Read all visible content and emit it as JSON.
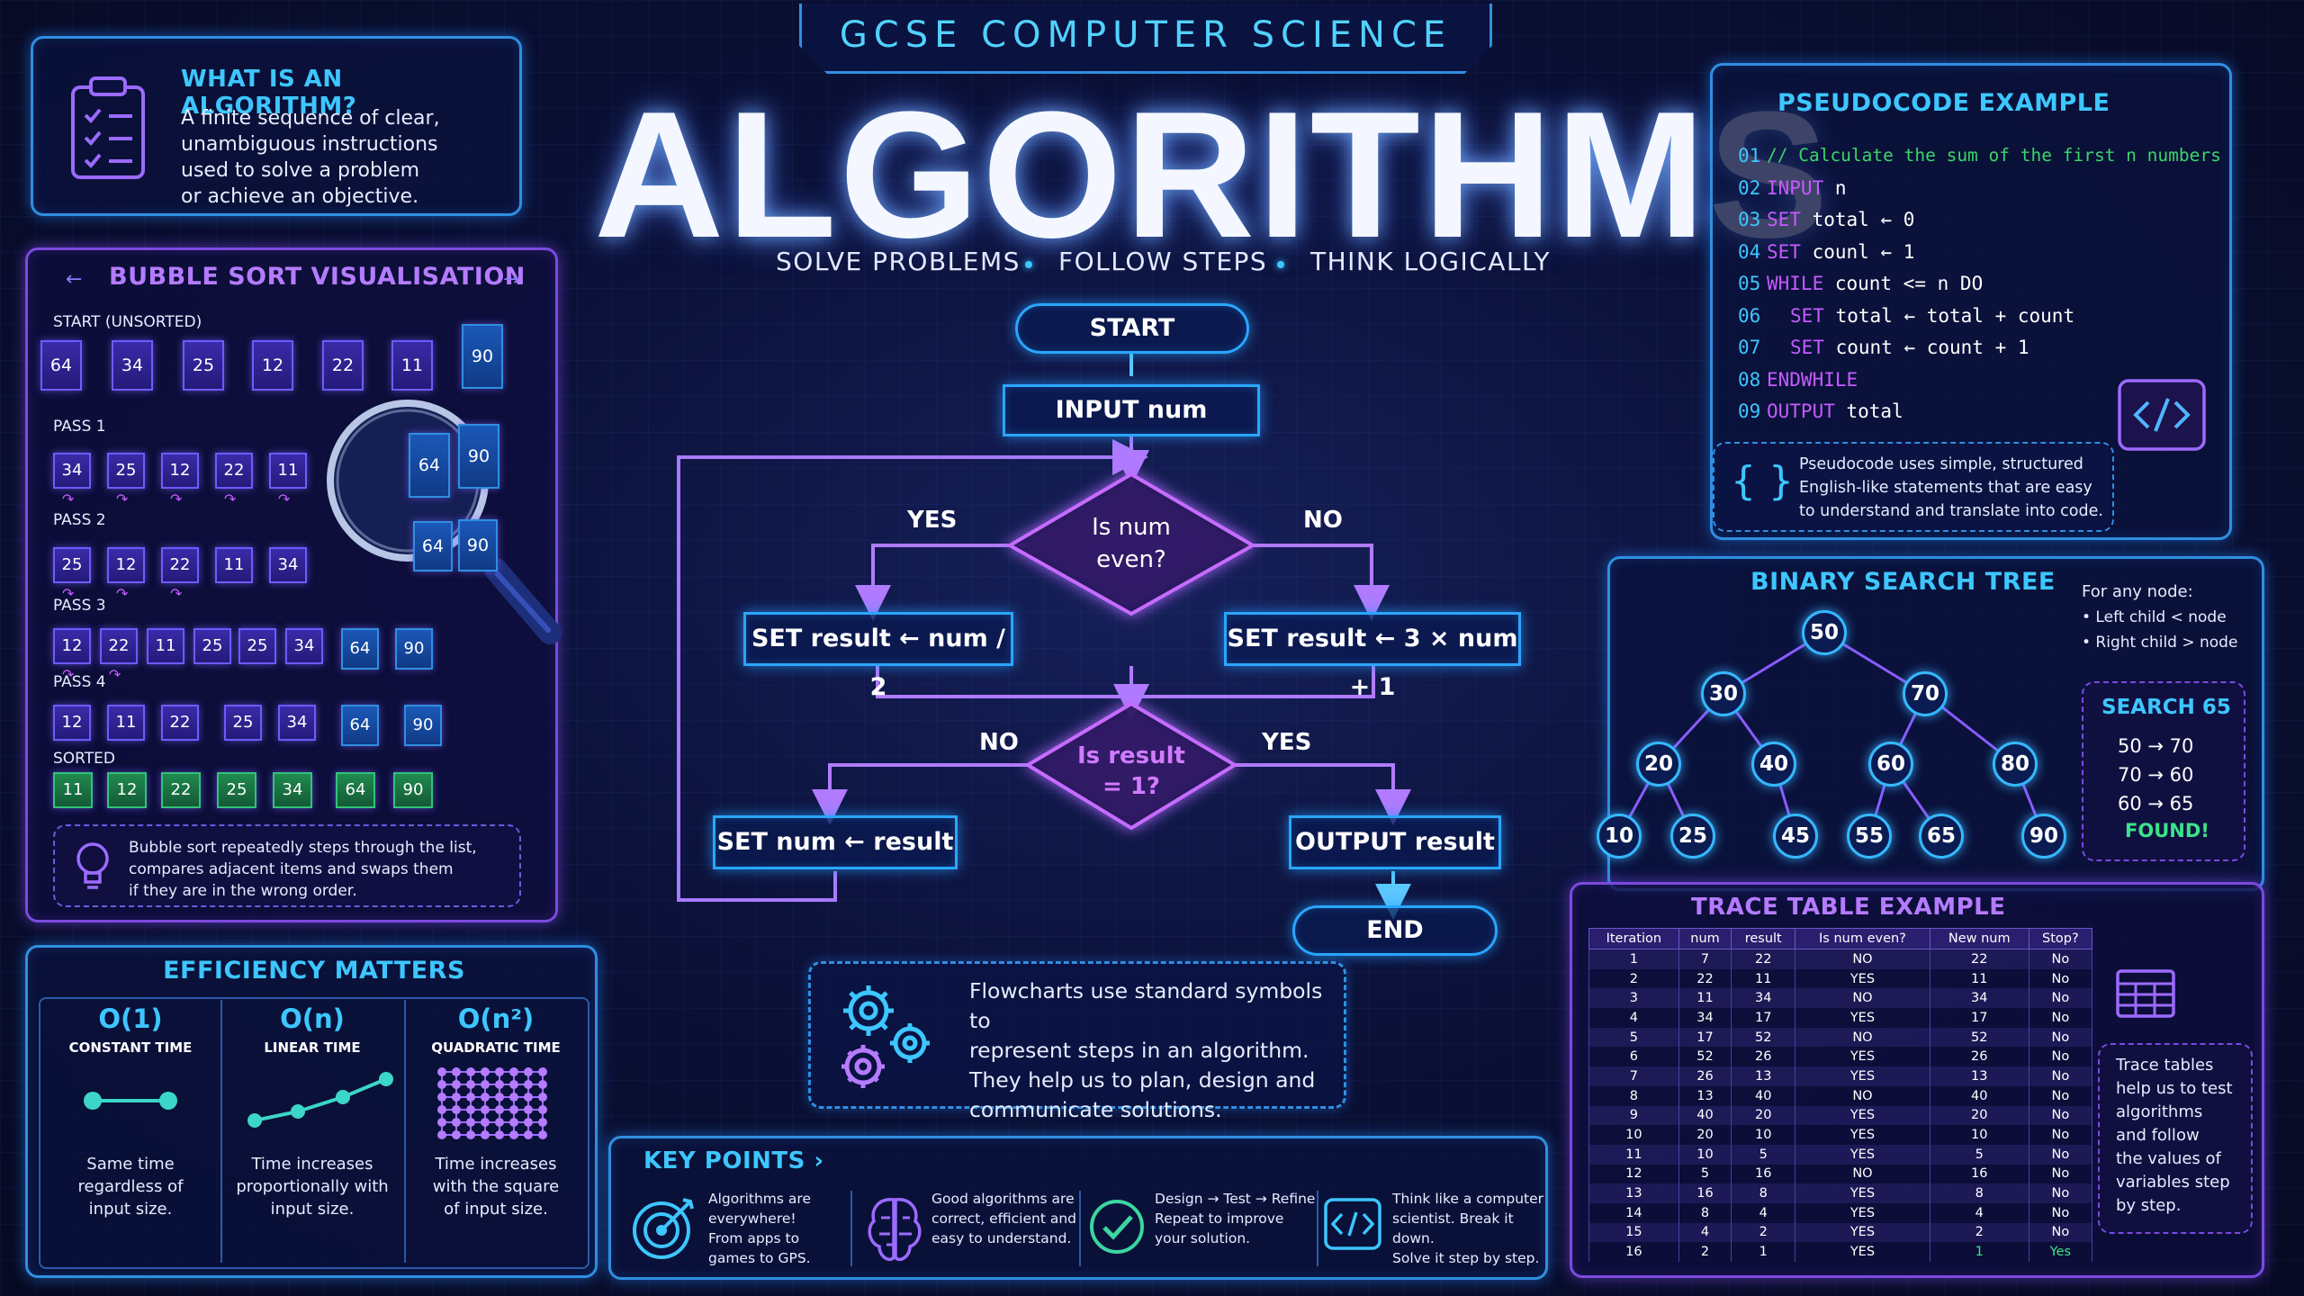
{
  "header": {
    "banner": "GCSE COMPUTER SCIENCE",
    "title": "ALGORITHMS",
    "taglines": [
      "SOLVE PROBLEMS",
      "FOLLOW STEPS",
      "THINK LOGICALLY"
    ]
  },
  "what_is": {
    "title": "WHAT IS AN ALGORITHM?",
    "lines": [
      "A finite sequence of clear,",
      "unambiguous instructions",
      "used to solve a problem",
      "or achieve an objective."
    ],
    "icon": "clipboard-checklist-icon"
  },
  "bubble": {
    "title": "BUBBLE SORT VISUALISATION",
    "start_label": "START (UNSORTED)",
    "start": [
      "64",
      "34",
      "25",
      "12",
      "22",
      "11",
      "90"
    ],
    "passes": [
      {
        "label": "PASS 1",
        "values": [
          "34",
          "25",
          "12",
          "22",
          "11",
          "64",
          "90"
        ]
      },
      {
        "label": "PASS 2",
        "values": [
          "25",
          "12",
          "22",
          "11",
          "34",
          "64",
          "90"
        ]
      },
      {
        "label": "PASS 3",
        "values": [
          "12",
          "22",
          "11",
          "25",
          "25",
          "34",
          "64",
          "90"
        ]
      },
      {
        "label": "PASS 4",
        "values": [
          "12",
          "11",
          "22",
          "25",
          "34",
          "64",
          "90"
        ]
      }
    ],
    "magnified": [
      "64",
      "90",
      "64",
      "90"
    ],
    "sorted_label": "SORTED",
    "sorted": [
      "11",
      "12",
      "22",
      "25",
      "34",
      "64",
      "90"
    ],
    "note": [
      "Bubble sort repeatedly steps through the list,",
      "compares adjacent items and swaps them",
      "if they are in the wrong order."
    ]
  },
  "efficiency": {
    "title": "EFFICIENCY MATTERS",
    "cols": [
      {
        "big": "O(1)",
        "name": "CONSTANT TIME",
        "desc": [
          "Same time",
          "regardless of",
          "input size."
        ]
      },
      {
        "big": "O(n)",
        "name": "LINEAR TIME",
        "desc": [
          "Time increases",
          "proportionally with",
          "input size."
        ]
      },
      {
        "big": "O(n²)",
        "name": "QUADRATIC TIME",
        "desc": [
          "Time increases",
          "with the square",
          "of input size."
        ]
      }
    ]
  },
  "flow": {
    "start": "START",
    "input": "INPUT num",
    "dec1": [
      "Is num",
      "even?"
    ],
    "yes": "YES",
    "no": "NO",
    "left1": "SET result ← num / 2",
    "right1": "SET result ← 3 × num + 1",
    "dec2": [
      "Is result",
      "= 1?"
    ],
    "left2": "SET num ← result",
    "right2": "OUTPUT result",
    "end": "END",
    "note": [
      "Flowcharts use standard symbols to",
      "represent steps in an algorithm.",
      "They help us to plan, design and",
      "communicate solutions."
    ]
  },
  "key_points": {
    "title": "KEY POINTS ›",
    "items": [
      {
        "icon": "target-icon",
        "lines": [
          "Algorithms are",
          "everywhere!",
          "From apps to",
          "games to GPS."
        ]
      },
      {
        "icon": "brain-icon",
        "lines": [
          "Good algorithms are",
          "correct, efficient and",
          "easy to understand."
        ]
      },
      {
        "icon": "check-circle-icon",
        "lines": [
          "Design → Test → Refine",
          "Repeat to improve",
          "your solution."
        ]
      },
      {
        "icon": "code-icon",
        "lines": [
          "Think like a computer",
          "scientist. Break it down.",
          "Solve it step by step."
        ]
      }
    ]
  },
  "pseudocode": {
    "title": "PSEUDOCODE EXAMPLE",
    "lines": [
      {
        "n": "01",
        "kw": "",
        "rest": "// Calculate the sum of the first n numbers",
        "comment": true
      },
      {
        "n": "02",
        "kw": "INPUT",
        "rest": " n"
      },
      {
        "n": "03",
        "kw": "SET",
        "rest": " total ← 0"
      },
      {
        "n": "04",
        "kw": "SET",
        "rest": " counl ← 1"
      },
      {
        "n": "05",
        "kw": "WHILE",
        "rest": " count <= n DO"
      },
      {
        "n": "06",
        "kw": "SET",
        "rest": " total ← total + count",
        "indent": true
      },
      {
        "n": "07",
        "kw": "SET",
        "rest": " count ← count + 1",
        "indent": true
      },
      {
        "n": "08",
        "kw": "ENDWHILE",
        "rest": ""
      },
      {
        "n": "09",
        "kw": "OUTPUT",
        "rest": " total"
      }
    ],
    "note": [
      "Pseudocode uses simple, structured",
      "English-like statements that are easy",
      "to understand and translate into code."
    ]
  },
  "bst": {
    "title": "BINARY SEARCH TREE",
    "rule_head": "For any node:",
    "rules": [
      "• Left child < node",
      "• Right child > node"
    ],
    "nodes": [
      "50",
      "30",
      "70",
      "20",
      "40",
      "60",
      "80",
      "10",
      "25",
      "45",
      "55",
      "65",
      "90"
    ],
    "search_title": "SEARCH 65",
    "steps": [
      "50 → 70",
      "70 → 60",
      "60 → 65"
    ],
    "found": "FOUND!"
  },
  "trace": {
    "title": "TRACE TABLE EXAMPLE",
    "headers": [
      "Iteration",
      "num",
      "result",
      "Is num even?",
      "New num",
      "Stop?"
    ],
    "rows": [
      [
        "1",
        "7",
        "22",
        "NO",
        "22",
        "No"
      ],
      [
        "2",
        "22",
        "11",
        "YES",
        "11",
        "No"
      ],
      [
        "3",
        "11",
        "34",
        "NO",
        "34",
        "No"
      ],
      [
        "4",
        "34",
        "17",
        "YES",
        "17",
        "No"
      ],
      [
        "5",
        "17",
        "52",
        "NO",
        "52",
        "No"
      ],
      [
        "6",
        "52",
        "26",
        "YES",
        "26",
        "No"
      ],
      [
        "7",
        "26",
        "13",
        "YES",
        "13",
        "No"
      ],
      [
        "8",
        "13",
        "40",
        "NO",
        "40",
        "No"
      ],
      [
        "9",
        "40",
        "20",
        "YES",
        "20",
        "No"
      ],
      [
        "10",
        "20",
        "10",
        "YES",
        "10",
        "No"
      ],
      [
        "11",
        "10",
        "5",
        "YES",
        "5",
        "No"
      ],
      [
        "12",
        "5",
        "16",
        "NO",
        "16",
        "No"
      ],
      [
        "13",
        "16",
        "8",
        "YES",
        "8",
        "No"
      ],
      [
        "14",
        "8",
        "4",
        "YES",
        "4",
        "No"
      ],
      [
        "15",
        "4",
        "2",
        "YES",
        "2",
        "No"
      ],
      [
        "16",
        "2",
        "1",
        "YES",
        "1",
        "Yes"
      ]
    ],
    "note": [
      "Trace tables",
      "help us to test",
      "algorithms",
      "and follow",
      "the values of",
      "variables step",
      "by step."
    ]
  }
}
